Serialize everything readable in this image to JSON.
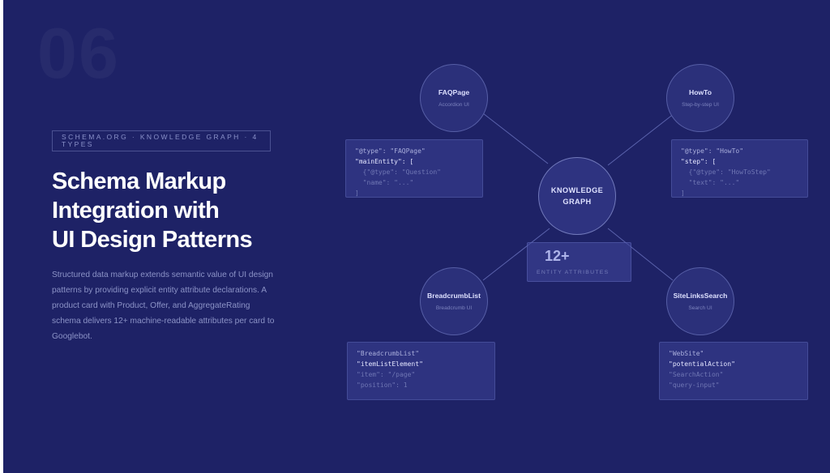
{
  "slide": {
    "number": "06",
    "tag": "SCHEMA.ORG · KNOWLEDGE GRAPH · 4 TYPES",
    "title_lines": [
      "Schema Markup",
      "Integration with",
      "UI Design Patterns"
    ],
    "description": "Structured data markup extends semantic value of UI design patterns by providing explicit entity attribute declarations. A product card with Product, Offer, and AggregateRating schema delivers 12+ machine-readable attributes per card to Googlebot."
  },
  "graph": {
    "center": {
      "label": "KNOWLEDGE GRAPH"
    },
    "stat": {
      "value": "12+",
      "label": "ENTITY ATTRIBUTES"
    },
    "nodes": {
      "faq": {
        "name": "FAQPage",
        "sub": "Accordion UI"
      },
      "howto": {
        "name": "HowTo",
        "sub": "Step-by-step UI"
      },
      "breadcrumb": {
        "name": "BreadcrumbList",
        "sub": "Breadcrumb UI"
      },
      "sitelinks": {
        "name": "SiteLinksSearch",
        "sub": "Search UI"
      }
    },
    "code": {
      "faq": [
        "\"@type\": \"FAQPage\"",
        "\"mainEntity\": [",
        "  {\"@type\": \"Question\"",
        "  \"name\": \"...\"",
        "]"
      ],
      "howto": [
        "\"@type\": \"HowTo\"",
        "\"step\": [",
        "  {\"@type\": \"HowToStep\"",
        "  \"text\": \"...\"",
        "]"
      ],
      "breadcrumb": [
        "\"BreadcrumbList\"",
        "\"itemListElement\"",
        "\"item\": \"/page\"",
        "\"position\": 1"
      ],
      "sitelinks": [
        "\"WebSite\"",
        "\"potentialAction\"",
        "\"SearchAction\"",
        "\"query-input\""
      ]
    }
  },
  "colors": {
    "background": "#1e2266",
    "node_fill": "#2b307a",
    "line": "#5b63ad",
    "title": "#ffffff",
    "body_text": "#8c93c7"
  }
}
